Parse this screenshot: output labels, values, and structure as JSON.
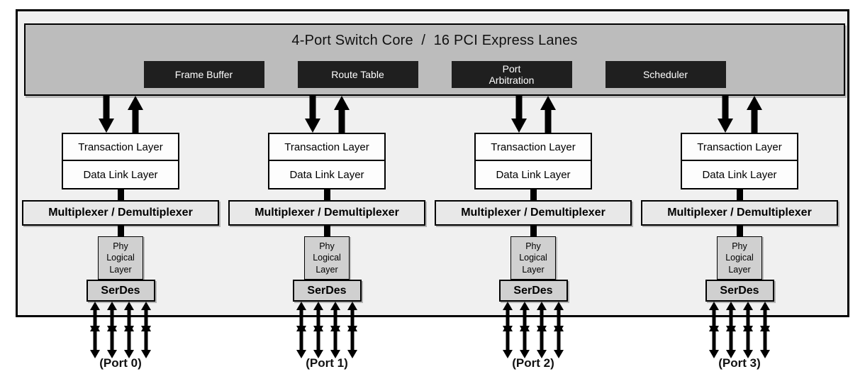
{
  "colors": {
    "panel_fill": "#f0f0f0",
    "core_fill": "#bcbcbc",
    "module_fill": "#1f1f1f",
    "module_text": "#ffffff",
    "layer_fill": "#fdfdfd",
    "mux_fill": "#e8e8e8",
    "phy_serdes_fill": "#d0d0d0",
    "arrow_color": "#000000"
  },
  "core": {
    "title": "4-Port Switch Core  /  16 PCI Express Lanes",
    "modules": [
      "Frame Buffer",
      "Route Table",
      "Port\nArbitration",
      "Scheduler"
    ]
  },
  "columns": [
    {
      "transaction": "Transaction Layer",
      "data_link": "Data Link Layer",
      "mux": "Multiplexer / Demultiplexer",
      "phy": "Phy\nLogical\nLayer",
      "serdes": "SerDes",
      "port": "(Port 0)"
    },
    {
      "transaction": "Transaction Layer",
      "data_link": "Data Link Layer",
      "mux": "Multiplexer / Demultiplexer",
      "phy": "Phy\nLogical\nLayer",
      "serdes": "SerDes",
      "port": "(Port 1)"
    },
    {
      "transaction": "Transaction Layer",
      "data_link": "Data Link Layer",
      "mux": "Multiplexer / Demultiplexer",
      "phy": "Phy\nLogical\nLayer",
      "serdes": "SerDes",
      "port": "(Port 2)"
    },
    {
      "transaction": "Transaction Layer",
      "data_link": "Data Link Layer",
      "mux": "Multiplexer / Demultiplexer",
      "phy": "Phy\nLogical\nLayer",
      "serdes": "SerDes",
      "port": "(Port 3)"
    }
  ]
}
